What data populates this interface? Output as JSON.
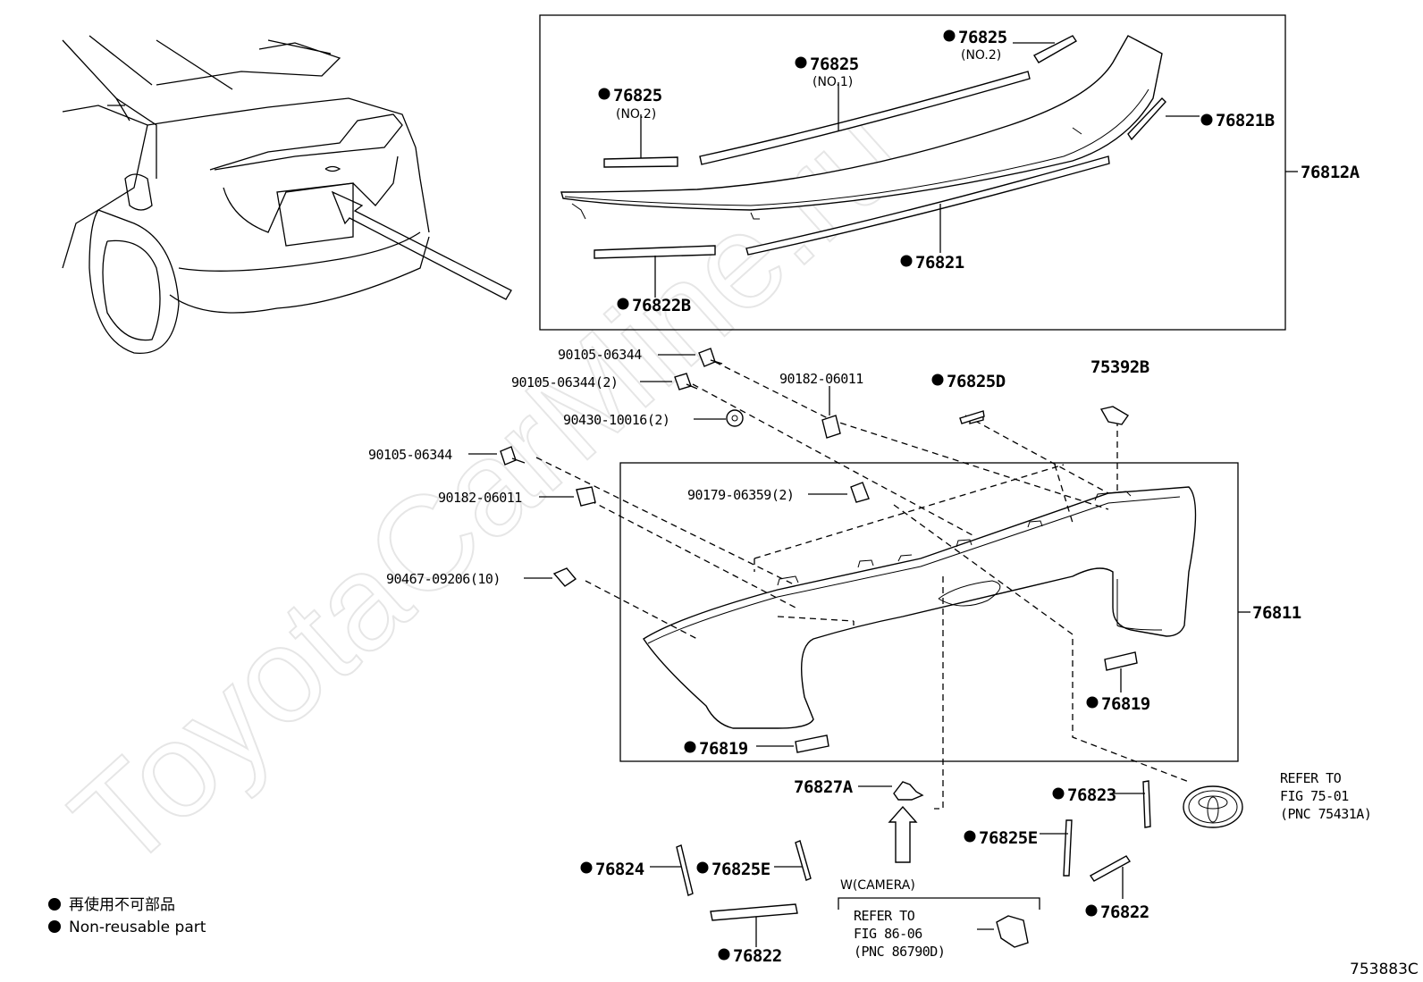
{
  "watermark": "ToyotaCarMine.ru",
  "figure_id": "753883C",
  "legend": {
    "jp": "再使用不可部品",
    "en": "Non-reusable part"
  },
  "labels": {
    "p76825_no2_left": "76825",
    "p76825_no2_left_sub": "(NO.2)",
    "p76825_no1": "76825",
    "p76825_no1_sub": "(NO.1)",
    "p76825_no2_right": "76825",
    "p76825_no2_right_sub": "(NO.2)",
    "p76821B": "76821B",
    "p76812A": "76812A",
    "p76821": "76821",
    "p76822B": "76822B",
    "p90105_a": "90105-06344",
    "p90105_b": "90105-06344(2)",
    "p90430": "90430-10016(2)",
    "p90182_a": "90182-06011",
    "p76825D": "76825D",
    "p75392B": "75392B",
    "p90105_c": "90105-06344",
    "p90182_b": "90182-06011",
    "p90179": "90179-06359(2)",
    "p90467": "90467-09206(10)",
    "p76811": "76811",
    "p76819_right": "76819",
    "p76819_left": "76819",
    "p76827A": "76827A",
    "p76823": "76823",
    "p76825E_right": "76825E",
    "p76824": "76824",
    "p76825E_left": "76825E",
    "p76822_right": "76822",
    "p76822_left": "76822",
    "refer1_l1": "REFER TO",
    "refer1_l2": "FIG 75-01",
    "refer1_l3": "(PNC 75431A)",
    "camera_label": "W(CAMERA)",
    "refer2_l1": "REFER TO",
    "refer2_l2": "FIG 86-06",
    "refer2_l3": "(PNC 86790D)"
  }
}
